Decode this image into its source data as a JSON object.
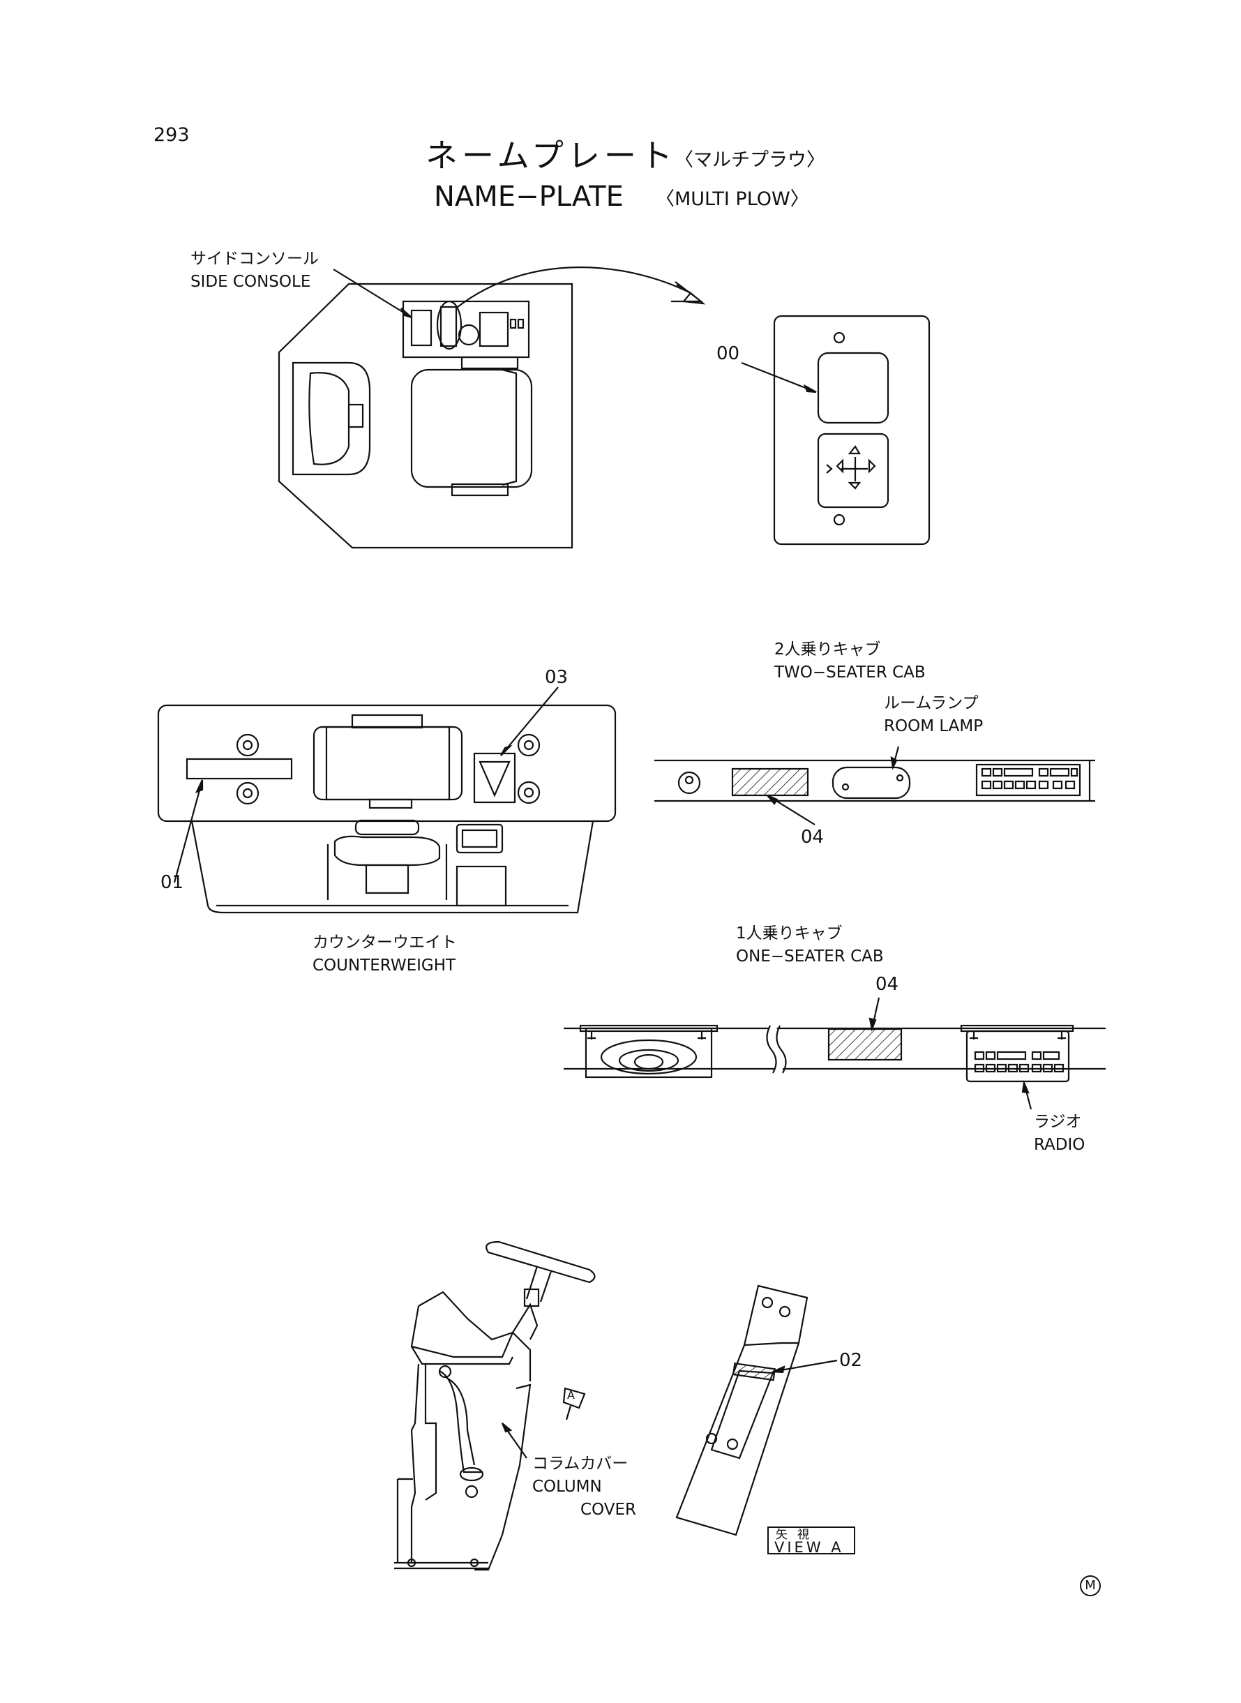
{
  "page_number": "293",
  "title": {
    "jp": "ネームプレート",
    "jp_sub": "〈マルチプラウ〉",
    "en": "NAME−PLATE",
    "en_sub": "〈MULTI PLOW〉"
  },
  "labels": {
    "side_console_jp": "サイドコンソール",
    "side_console_en": "SIDE CONSOLE",
    "two_seater_jp": "2人乗りキャブ",
    "two_seater_en": "TWO−SEATER CAB",
    "room_lamp_jp": "ルームランプ",
    "room_lamp_en": "ROOM LAMP",
    "counterweight_jp": "カウンターウエイト",
    "counterweight_en": "COUNTERWEIGHT",
    "one_seater_jp": "1人乗りキャブ",
    "one_seater_en": "ONE−SEATER CAB",
    "radio_jp": "ラジオ",
    "radio_en": "RADIO",
    "column_cover_jp": "コラムカバー",
    "column_cover_en_1": "COLUMN",
    "column_cover_en_2": "COVER",
    "view_a_jp": "矢視",
    "view_a_en": "VIEW A",
    "view_marker": "A",
    "mark": "M"
  },
  "callouts": {
    "c00": "00",
    "c01": "01",
    "c02": "02",
    "c03": "03",
    "c04a": "04",
    "c04b": "04"
  }
}
